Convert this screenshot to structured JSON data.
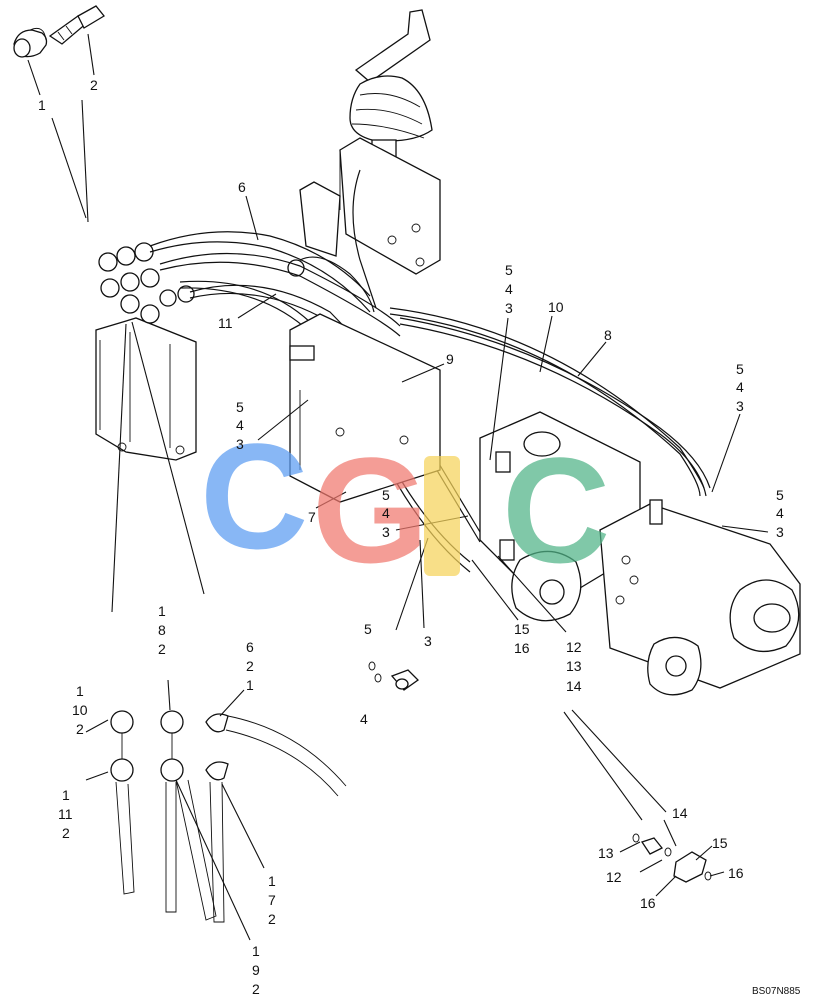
{
  "figure_ref": "BS07N885",
  "watermark": {
    "letters": [
      "C",
      "G",
      "C"
    ],
    "colors": [
      "#5b9cf2",
      "#f0786e",
      "#50b487"
    ],
    "accent_color": "#f5d25a"
  },
  "callouts": {
    "c_1_top": "1",
    "c_2_top": "2",
    "c_6_top": "6",
    "c_11_left": "11",
    "c_5a": "5",
    "c_4a": "4",
    "c_3a": "3",
    "c_10": "10",
    "c_8": "8",
    "c_9": "9",
    "c_5b": "5",
    "c_4b": "4",
    "c_3b": "3",
    "c_5c": "5",
    "c_4c": "4",
    "c_3c": "3",
    "c_5d": "5",
    "c_4d": "4",
    "c_3d": "3",
    "c_7": "7",
    "c_5e": "5",
    "c_4e": "4",
    "c_3e": "3",
    "c_15a": "15",
    "c_16a": "16",
    "c_12a": "12",
    "c_13a": "13",
    "c_14a": "14",
    "c_5f": "5",
    "c_3f": "3",
    "c_4f": "4",
    "h1_a": "1",
    "h1_b": "8",
    "h1_c": "2",
    "h2_a": "6",
    "h2_b": "2",
    "h2_c": "1",
    "h3_a": "1",
    "h3_b": "10",
    "h3_c": "2",
    "h4_a": "1",
    "h4_b": "11",
    "h4_c": "2",
    "h5_a": "1",
    "h5_b": "7",
    "h5_c": "2",
    "h6_a": "1",
    "h6_b": "9",
    "h6_c": "2",
    "d14": "14",
    "d13": "13",
    "d15": "15",
    "d12": "12",
    "d16a": "16",
    "d16b": "16"
  }
}
